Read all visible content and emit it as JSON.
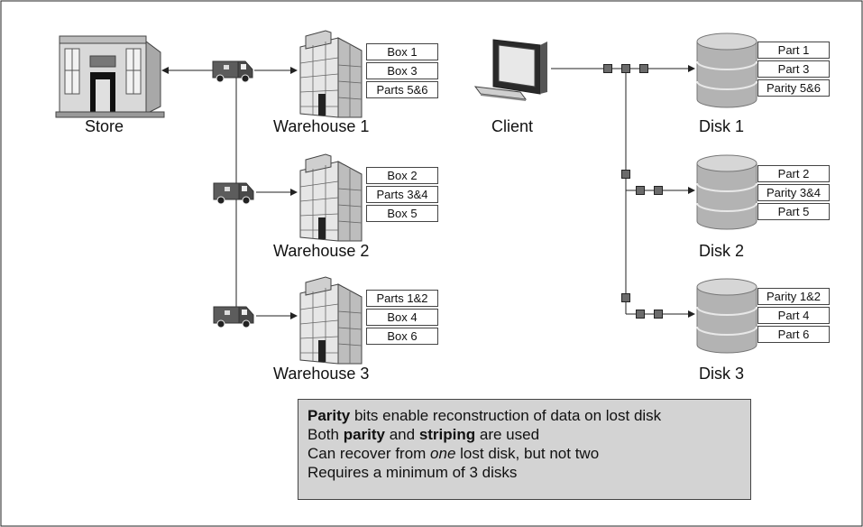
{
  "store": {
    "name": "Store"
  },
  "warehouses": [
    {
      "name": "Warehouse 1",
      "contents": [
        "Box 1",
        "Box 3",
        "Parts 5&6"
      ]
    },
    {
      "name": "Warehouse 2",
      "contents": [
        "Box 2",
        "Parts 3&4",
        "Box 5"
      ]
    },
    {
      "name": "Warehouse 3",
      "contents": [
        "Parts 1&2",
        "Box 4",
        "Box 6"
      ]
    }
  ],
  "client": {
    "name": "Client"
  },
  "disks": [
    {
      "name": "Disk 1",
      "contents": [
        "Part 1",
        "Part 3",
        "Parity 5&6"
      ]
    },
    {
      "name": "Disk 2",
      "contents": [
        "Part 2",
        "Parity 3&4",
        "Part 5"
      ]
    },
    {
      "name": "Disk 3",
      "contents": [
        "Parity 1&2",
        "Part 4",
        "Part 6"
      ]
    }
  ],
  "notes": {
    "line1": {
      "bold": "Parity",
      "rest": " bits enable reconstruction of data on lost disk"
    },
    "line2": {
      "a": "Both ",
      "b": "parity",
      "c": " and ",
      "d": "striping",
      "e": " are used"
    },
    "line3": {
      "a": "Can recover from ",
      "b": "one",
      "c": " lost disk, but not two"
    },
    "line4": "Requires a minimum of 3 disks"
  },
  "colors": {
    "line": "#222222",
    "building": "#d9d9d9",
    "truck": "#5c5c5c",
    "disk": "#b3b3b3",
    "notes_bg": "#d3d3d3"
  }
}
